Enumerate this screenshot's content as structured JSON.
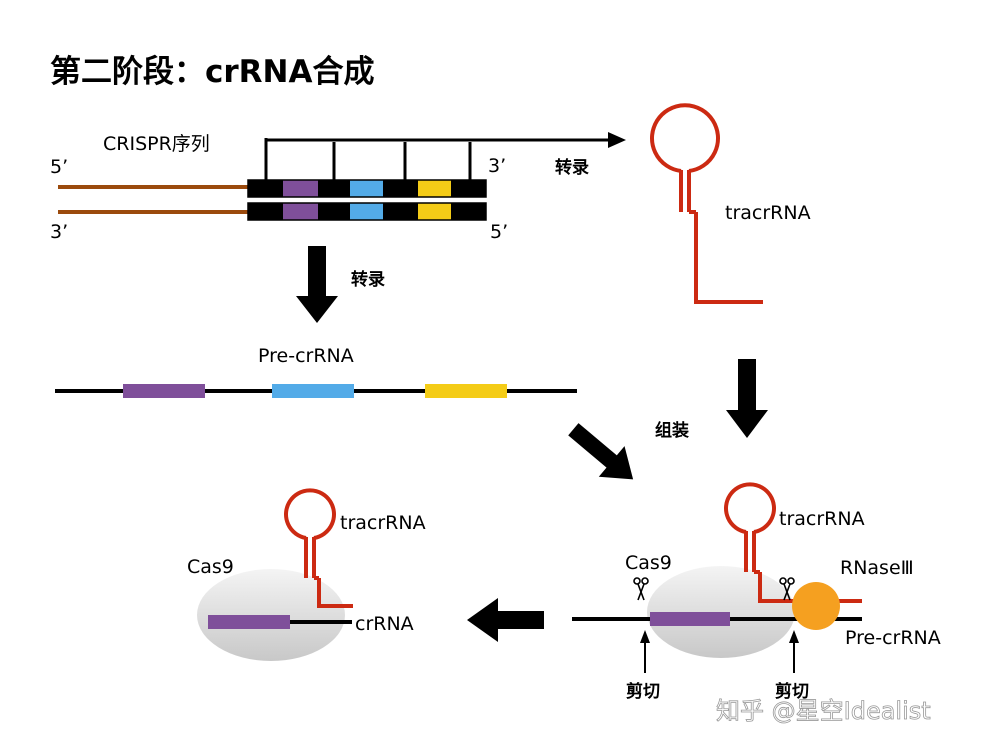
{
  "title": "第二阶段：crRNA合成",
  "colors": {
    "purple": "#7f4f9a",
    "blue": "#53abe8",
    "yellow": "#f4cc17",
    "brown": "#9b4a0d",
    "red": "#cc2a12",
    "orange": "#f5a020",
    "black": "#000000"
  },
  "crispr_locus": {
    "label": "CRISPR序列",
    "top_5prime": "5’",
    "top_3prime": "3’",
    "bottom_3prime": "3’",
    "bottom_5prime": "5’",
    "spacers": [
      "purple",
      "blue",
      "yellow"
    ]
  },
  "labels": {
    "transcription_right": "转录",
    "transcription_down": "转录",
    "pre_crrna_top": "Pre-crRNA",
    "tracrrna_top": "tracrRNA",
    "assembly": "组装",
    "tracrrna_bottom_right": "tracrRNA",
    "cas9_right": "Cas9",
    "rnase": "RNaseⅢ",
    "pre_crrna_bottom": "Pre-crRNA",
    "cut_left": "剪切",
    "cut_right": "剪切",
    "tracrrna_bottom_left": "tracrRNA",
    "cas9_left": "Cas9",
    "crrna": "crRNA"
  },
  "watermark": "知乎 @星空Idealist"
}
